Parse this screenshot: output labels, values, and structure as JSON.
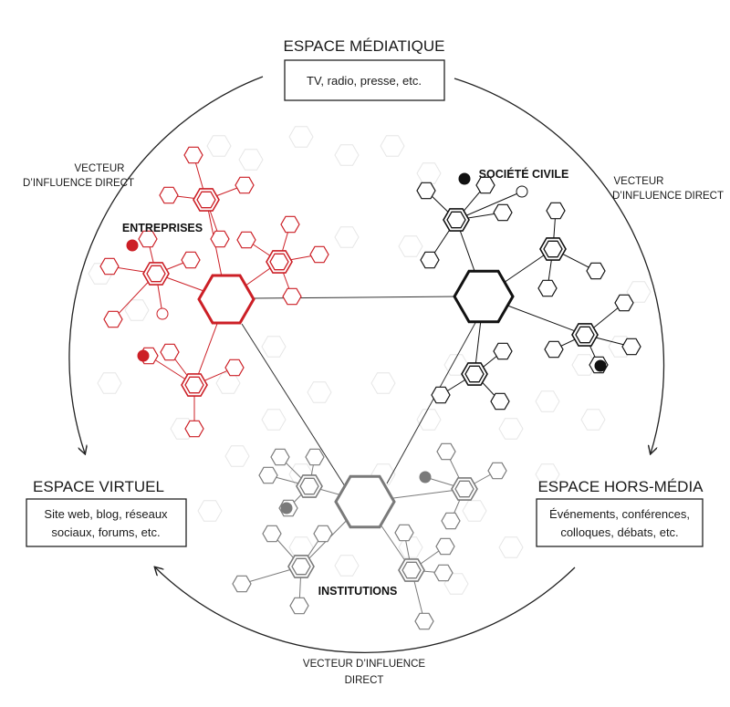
{
  "spaces": {
    "mediatique": {
      "title": "ESPACE MÉDIATIQUE",
      "content": "TV, radio, presse, etc."
    },
    "virtuel": {
      "title": "ESPACE VIRTUEL",
      "content_line1": "Site web, blog, réseaux",
      "content_line2": "sociaux, forums, etc."
    },
    "hors_media": {
      "title": "ESPACE HORS-MÉDIA",
      "content_line1": "Événements, conférences,",
      "content_line2": "colloques, débats, etc."
    }
  },
  "vectors": {
    "left": {
      "line1": "VECTEUR",
      "line2": "D’INFLUENCE DIRECT"
    },
    "right": {
      "line1": "VECTEUR",
      "line2": "D’INFLUENCE DIRECT"
    },
    "bottom": {
      "line1": "VECTEUR D’INFLUENCE",
      "line2": "DIRECT"
    }
  },
  "groups": {
    "entreprises": {
      "label": "ENTREPRISES",
      "color": "#cc1f26"
    },
    "societe_civile": {
      "label": "SOCIÉTÉ CIVILE",
      "color": "#111111"
    },
    "institutions": {
      "label": "INSTITUTIONS",
      "color": "#7a7a7a"
    }
  }
}
